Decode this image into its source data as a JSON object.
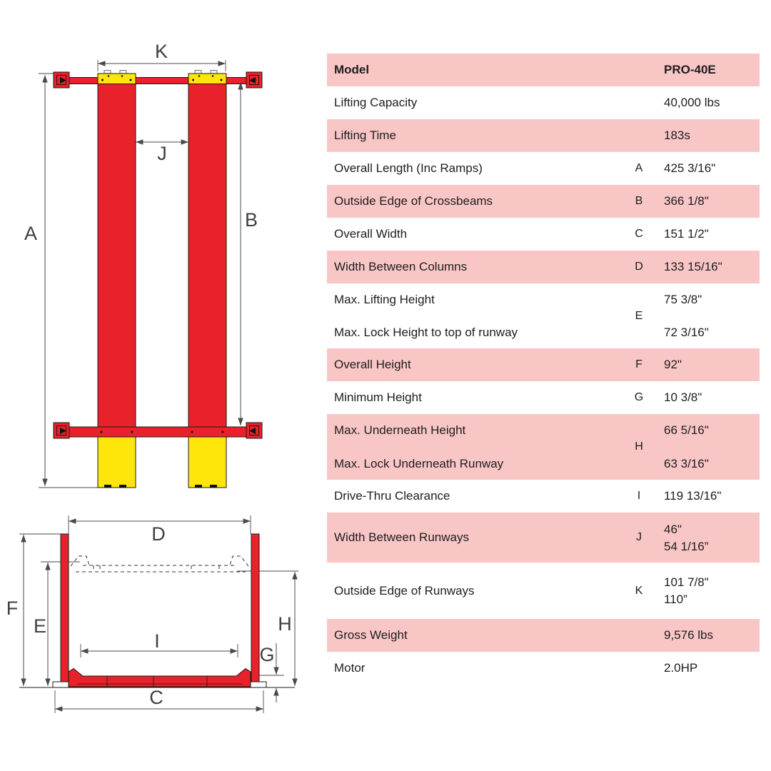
{
  "colors": {
    "row_pink": "#F9C6C6",
    "diagram_red": "#E8212A",
    "diagram_yellow": "#FFE60A",
    "outline": "#1A1A1A",
    "dimension_line": "#4A4A4A",
    "text": "#1D1D1D"
  },
  "diagrams": {
    "top_view": {
      "dim_labels": {
        "A": "A",
        "B": "B",
        "J": "J",
        "K": "K"
      }
    },
    "front_view": {
      "dim_labels": {
        "C": "C",
        "D": "D",
        "E": "E",
        "F": "F",
        "G": "G",
        "H": "H",
        "I": "I"
      }
    }
  },
  "table": {
    "rows": [
      {
        "labels": [
          "Model"
        ],
        "letter": "",
        "values": [
          "PRO-40E"
        ]
      },
      {
        "labels": [
          "Lifting Capacity"
        ],
        "letter": "",
        "values": [
          "40,000 lbs"
        ]
      },
      {
        "labels": [
          "Lifting Time"
        ],
        "letter": "",
        "values": [
          "183s"
        ]
      },
      {
        "labels": [
          "Overall Length (Inc Ramps)"
        ],
        "letter": "A",
        "values": [
          "425 3/16\""
        ]
      },
      {
        "labels": [
          "Outside Edge of Crossbeams"
        ],
        "letter": "B",
        "values": [
          "366 1/8\""
        ]
      },
      {
        "labels": [
          "Overall Width"
        ],
        "letter": "C",
        "values": [
          "151 1/2\""
        ]
      },
      {
        "labels": [
          "Width Between Columns"
        ],
        "letter": "D",
        "values": [
          "133 15/16\""
        ]
      },
      {
        "labels": [
          "Max. Lifting Height",
          "Max. Lock Height to top of runway"
        ],
        "letter": "E",
        "values": [
          "75 3/8\"",
          "72 3/16\""
        ]
      },
      {
        "labels": [
          "Overall Height"
        ],
        "letter": "F",
        "values": [
          "92\""
        ]
      },
      {
        "labels": [
          "Minimum Height"
        ],
        "letter": "G",
        "values": [
          "10 3/8\""
        ]
      },
      {
        "labels": [
          "Max. Underneath Height",
          "Max. Lock Underneath Runway"
        ],
        "letter": "H",
        "values": [
          "66 5/16\"",
          "63 3/16\""
        ]
      },
      {
        "labels": [
          "Drive-Thru Clearance"
        ],
        "letter": "I",
        "values": [
          "119 13/16\""
        ]
      },
      {
        "labels": [
          "Width Between Runways"
        ],
        "letter": "J",
        "values": [
          "46\"",
          "54 1/16”"
        ]
      },
      {
        "labels": [
          "Outside Edge of Runways"
        ],
        "letter": "K",
        "values": [
          "101 7/8\"",
          "110”"
        ]
      },
      {
        "labels": [
          "Gross Weight"
        ],
        "letter": "",
        "values": [
          "9,576 lbs"
        ]
      },
      {
        "labels": [
          "Motor"
        ],
        "letter": "",
        "values": [
          "2.0HP"
        ]
      }
    ]
  }
}
